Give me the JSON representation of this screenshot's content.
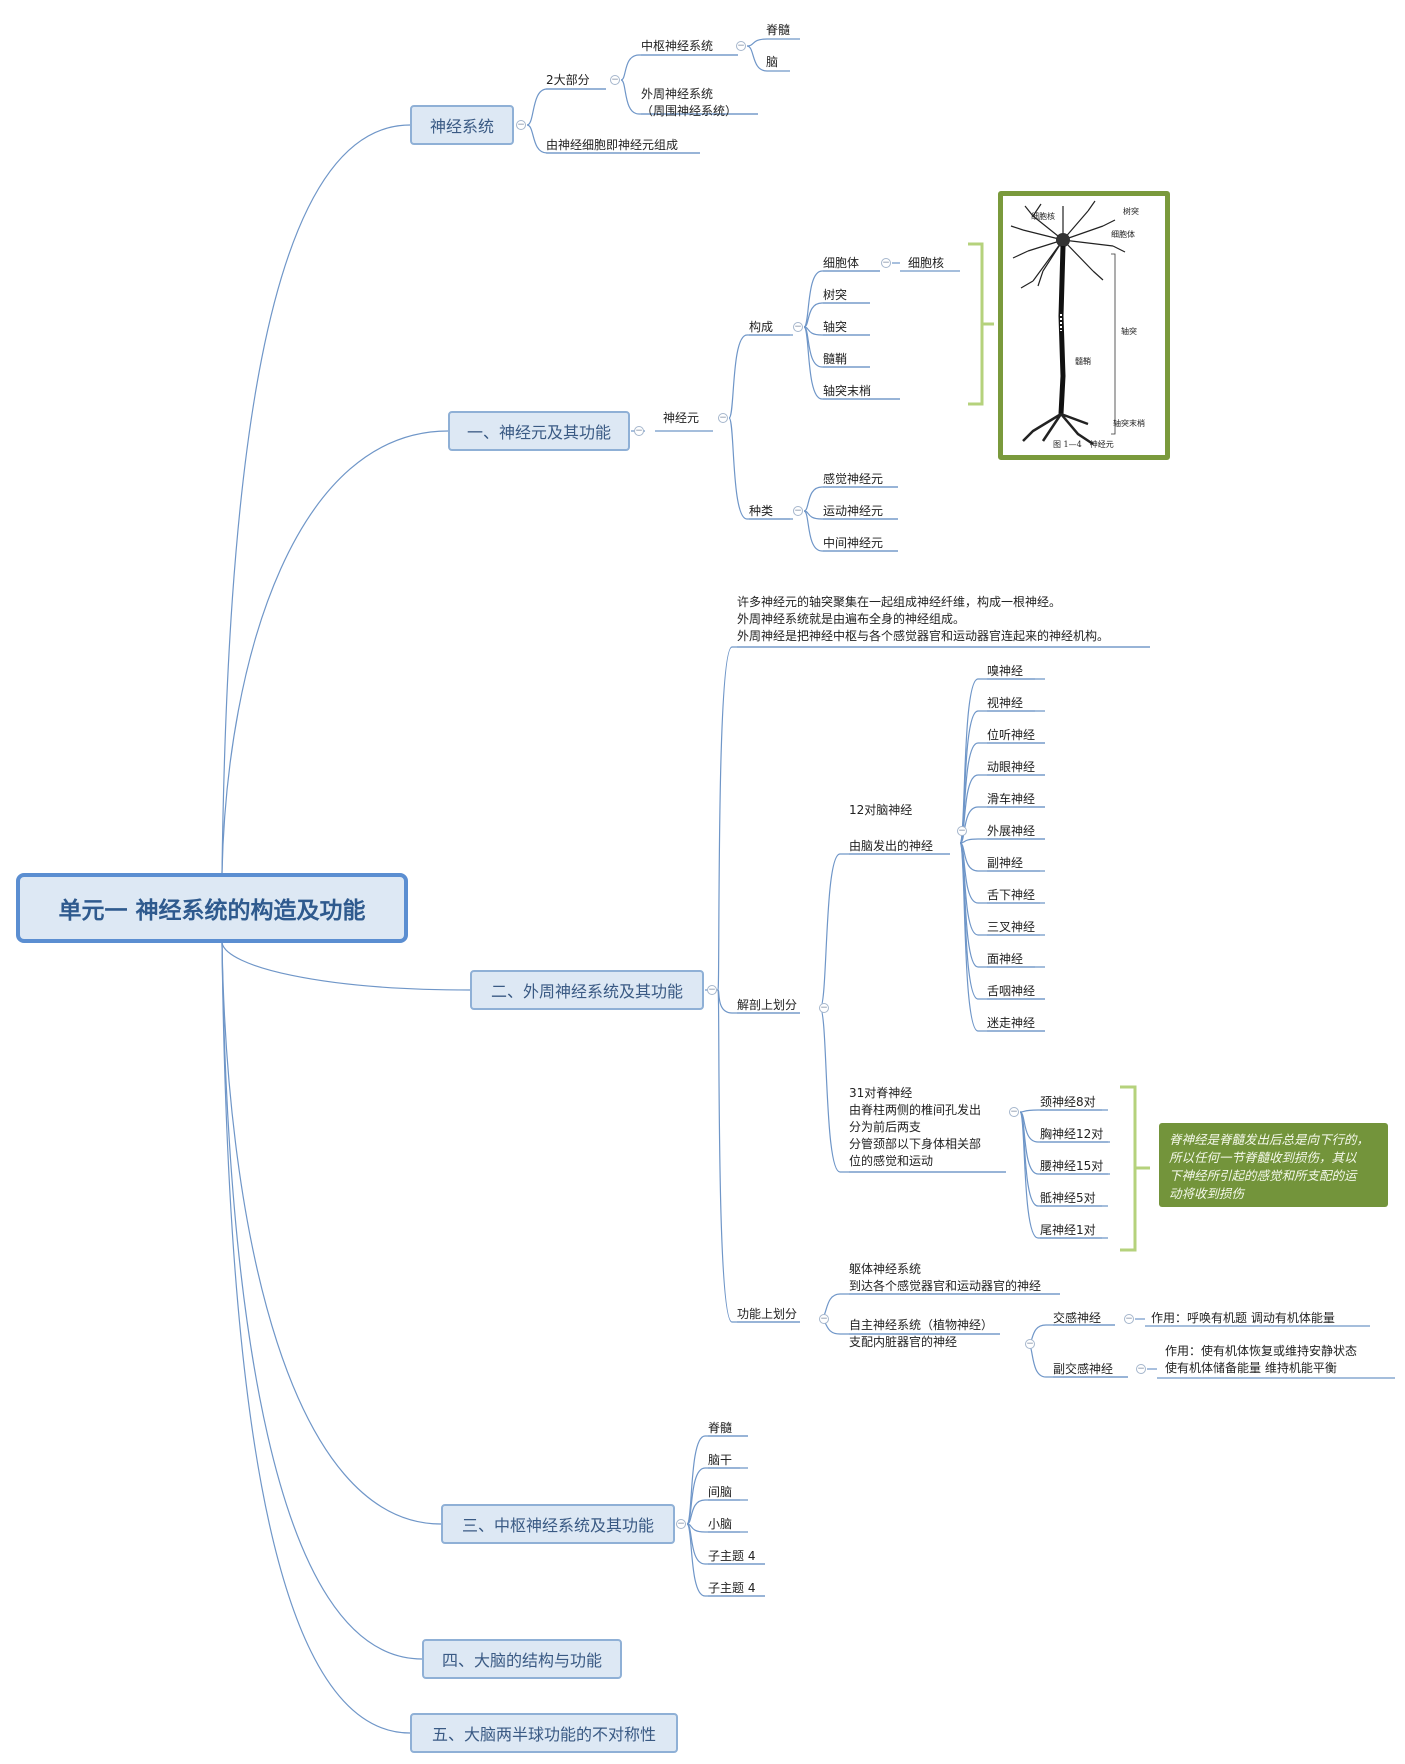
{
  "root": {
    "label": "单元一 神经系统的构造及功能"
  },
  "main_topics": {
    "nervous_system": "神经系统",
    "neuron": "一、神经元及其功能",
    "peripheral": "二、外周神经系统及其功能",
    "central": "三、中枢神经系统及其功能",
    "cerebrum": "四、大脑的结构与功能",
    "hemispheres": "五、大脑两半球功能的不对称性"
  },
  "nervous_system": {
    "two_parts": "2大部分",
    "central": "中枢神经系统",
    "spinal_cord": "脊髓",
    "brain": "脑",
    "peripheral": "外周神经系统\n（周围神经系统）",
    "composed_of": "由神经细胞即神经元组成"
  },
  "neuron": {
    "neuron": "神经元",
    "composition": "构成",
    "cell_body": "细胞体",
    "nucleus": "细胞核",
    "dendrite": "树突",
    "axon": "轴突",
    "myelin": "髓鞘",
    "axon_terminal": "轴突末梢",
    "types": "种类",
    "sensory": "感觉神经元",
    "motor": "运动神经元",
    "inter": "中间神经元",
    "figure_labels": {
      "dendrite": "树突",
      "cell_body": "细胞体",
      "nucleus": "细胞核",
      "axon": "轴突",
      "myelin": "髓鞘",
      "terminal": "轴突末梢",
      "caption": "图 1—4　神经元"
    }
  },
  "peripheral": {
    "intro": "许多神经元的轴突聚集在一起组成神经纤维，构成一根神经。\n外周神经系统就是由遍布全身的神经组成。\n外周神经是把神经中枢与各个感觉器官和运动器官连起来的神经机构。",
    "anatomical": "解剖上划分",
    "cranial_title": "12对脑神经",
    "cranial_sub": "由脑发出的神经",
    "cranial_nerves": [
      "嗅神经",
      "视神经",
      "位听神经",
      "动眼神经",
      "滑车神经",
      "外展神经",
      "副神经",
      "舌下神经",
      "三叉神经",
      "面神经",
      "舌咽神经",
      "迷走神经"
    ],
    "spinal_text": "31对脊神经\n由脊柱两侧的椎间孔发出\n分为前后两支\n分管颈部以下身体相关部\n位的感觉和运动",
    "spinal_nerves": [
      "颈神经8对",
      "胸神经12对",
      "腰神经15对",
      "骶神经5对",
      "尾神经1对"
    ],
    "spinal_note": "脊神经是脊髓发出后总是向下行的，\n所以任何一节脊髓收到损伤，其以\n下神经所引起的感觉和所支配的运\n动将收到损伤",
    "functional": "功能上划分",
    "somatic": "躯体神经系统\n到达各个感觉器官和运动器官的神经",
    "autonomic": "自主神经系统（植物神经）\n支配内脏器官的神经",
    "sympathetic": "交感神经",
    "sympathetic_fn": "作用：呼唤有机题 调动有机体能量",
    "parasympathetic": "副交感神经",
    "parasympathetic_fn": "作用：使有机体恢复或维持安静状态\n使有机体储备能量 维持机能平衡"
  },
  "central": {
    "items": [
      "脊髓",
      "脑干",
      "间脑",
      "小脑",
      "子主题 4",
      "子主题 4"
    ]
  },
  "colors": {
    "line": "#6f96c8",
    "main_fill": "#dde8f4",
    "note_fill": "#73943b",
    "bracket": "#b5d27c"
  }
}
